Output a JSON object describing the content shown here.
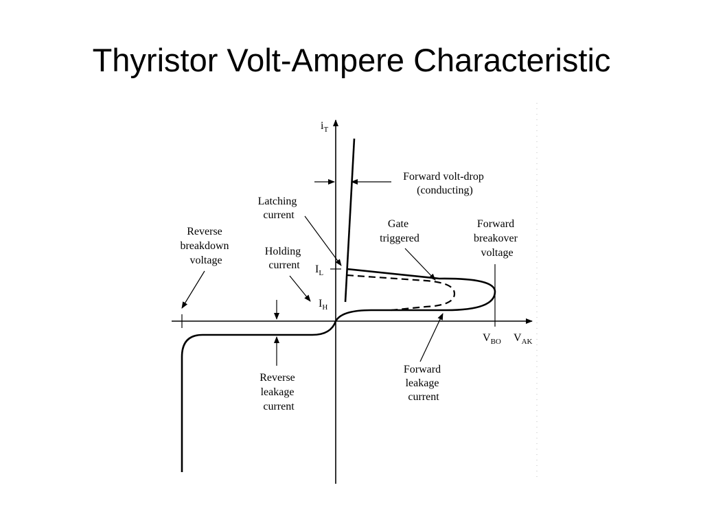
{
  "slide": {
    "title": "Thyristor Volt-Ampere Characteristic"
  },
  "diagram": {
    "axis_y": {
      "base": "i",
      "sub": "T"
    },
    "axis_x": {
      "base": "V",
      "sub": "AK"
    },
    "vbo": {
      "base": "V",
      "sub": "BO"
    },
    "il": {
      "base": "I",
      "sub": "L"
    },
    "ih": {
      "base": "I",
      "sub": "H"
    },
    "forward_volt_drop": [
      "Forward volt-drop",
      "(conducting)"
    ],
    "latching_current": [
      "Latching",
      "current"
    ],
    "gate_triggered": [
      "Gate",
      "triggered"
    ],
    "forward_breakover": [
      "Forward",
      "breakover",
      "voltage"
    ],
    "reverse_breakdown": [
      "Reverse",
      "breakdown",
      "voltage"
    ],
    "holding_current": [
      "Holding",
      "current"
    ],
    "forward_leakage": [
      "Forward",
      "leakage",
      "current"
    ],
    "reverse_leakage": [
      "Reverse",
      "leakage",
      "current"
    ]
  }
}
